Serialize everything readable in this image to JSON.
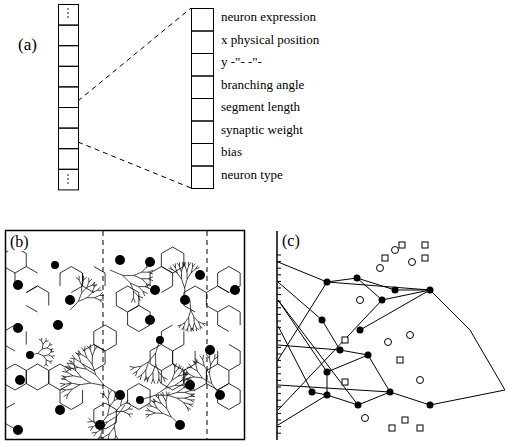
{
  "diagram": {
    "labels": [
      "(a)",
      "neuron expression",
      "x physical position",
      "y -\"- -\"-",
      "branching angle",
      "segment length",
      "synaptic weight",
      "bias",
      "neuron type",
      "(b)",
      "(c)"
    ]
  }
}
